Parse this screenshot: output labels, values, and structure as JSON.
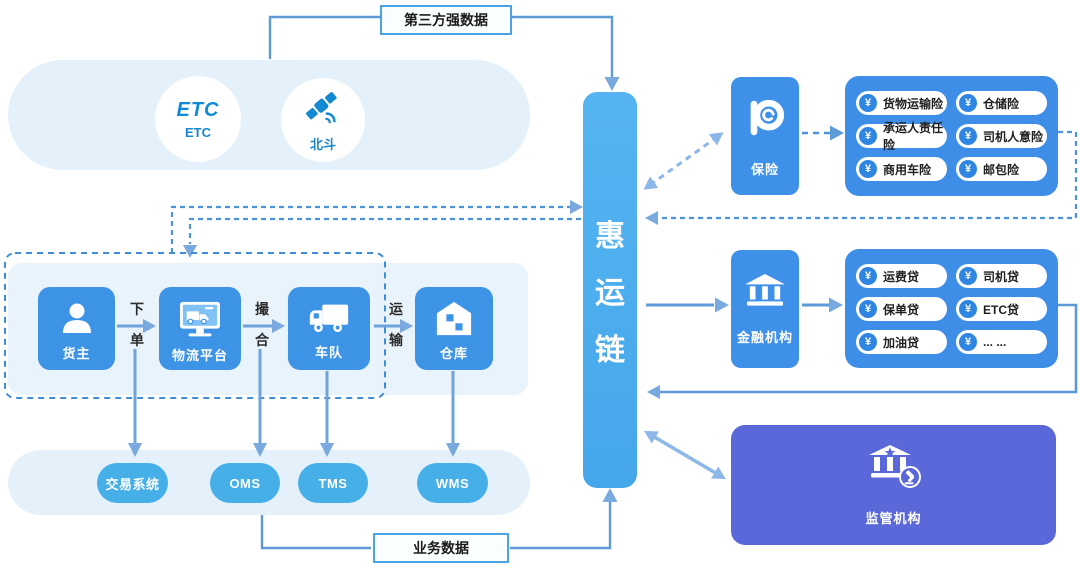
{
  "top_label": "第三方强数据",
  "bottom_label": "业务数据",
  "external": {
    "etc_logo": "ETC",
    "etc_label": "ETC",
    "beidou_label": "北斗"
  },
  "chain": {
    "title": "惠运链",
    "chars": [
      "惠",
      "运",
      "链"
    ]
  },
  "process": {
    "nodes": [
      {
        "label": "货主",
        "icon": "person-icon"
      },
      {
        "label": "物流平台",
        "icon": "monitor-truck-icon"
      },
      {
        "label": "车队",
        "icon": "truck-icon"
      },
      {
        "label": "仓库",
        "icon": "warehouse-icon"
      }
    ],
    "steps": [
      [
        "下",
        "单"
      ],
      [
        "撮",
        "合"
      ],
      [
        "运",
        "输"
      ]
    ]
  },
  "systems": [
    {
      "label": "交易系统"
    },
    {
      "label": "OMS"
    },
    {
      "label": "TMS"
    },
    {
      "label": "WMS"
    }
  ],
  "insurance": {
    "org": "保险",
    "currency": "¥",
    "items": [
      "货物运输险",
      "仓储险",
      "承运人责任险",
      "司机人意险",
      "商用车险",
      "邮包险"
    ]
  },
  "finance": {
    "org": "金融机构",
    "currency": "¥",
    "items": [
      "运费贷",
      "司机贷",
      "保单贷",
      "ETC贷",
      "加油贷",
      "... ..."
    ]
  },
  "regulator": {
    "label": "监管机构"
  },
  "colors": {
    "node_blue": "#3D93E6",
    "bar_blue": "#4FAEEE",
    "panel_blue": "#3E8EE8",
    "light_blue": "#E5F1FA",
    "purple": "#5A68D9",
    "wire_blue": "#5E9AD6",
    "dashed_blue": "#4A94DB",
    "cyan_pill": "#47AFE8"
  }
}
